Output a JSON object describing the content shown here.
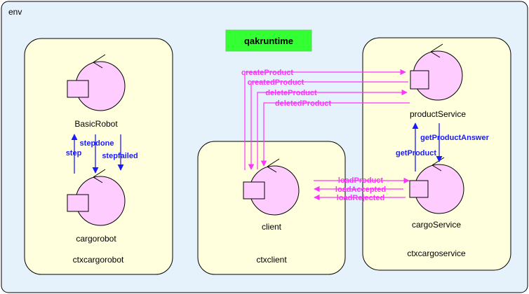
{
  "env_label": "env",
  "runtime_label": "qakruntime",
  "contexts": {
    "robot": "ctxcargorobot",
    "client": "ctxclient",
    "service": "ctxcargoservice"
  },
  "actors": {
    "basicrobot": "BasicRobot",
    "cargorobot": "cargorobot",
    "client": "client",
    "productservice": "productService",
    "cargoservice": "cargoService"
  },
  "messages": {
    "createProduct": "createProduct",
    "createdProduct": "createdProduct",
    "deleteProduct": "deleteProduct",
    "deletedProduct": "deletedProduct",
    "loadProduct": "loadProduct",
    "loadAccepted": "loadAccepted",
    "loadRejected": "loadRejected",
    "getProduct": "getProduct",
    "getProductAnswer": "getProductAnswer",
    "step": "step",
    "stepdone": "stepdone",
    "stepfailed": "stepfailed"
  },
  "colors": {
    "env_fill": "#e6f2fb",
    "context_fill": "#ffffdd",
    "actor_fill": "#ffccff",
    "runtime_fill": "#33ff33",
    "magenta": "#ff33ff",
    "blue": "#1a1aff"
  }
}
